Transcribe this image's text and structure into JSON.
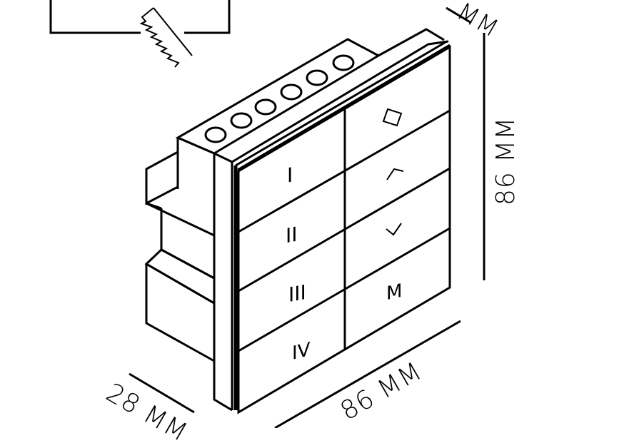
{
  "diagram": {
    "title": "Wall keypad panel – isometric dimension drawing",
    "colors": {
      "line": "#000000",
      "background": "#ffffff"
    },
    "dimensions": {
      "top_partial": "MM",
      "height": "86 MM",
      "width": "86 MM",
      "depth": "28 MM"
    },
    "terminals": {
      "count": 6,
      "icon": "screw-terminal-circle"
    },
    "buttons": {
      "left_column": [
        {
          "label": "I"
        },
        {
          "label": "II"
        },
        {
          "label": "III"
        },
        {
          "label": "IV"
        }
      ],
      "right_column": [
        {
          "label": "◇",
          "icon": "diamond-icon"
        },
        {
          "label": "^",
          "icon": "up-chevron-icon"
        },
        {
          "label": "v",
          "icon": "down-chevron-icon"
        },
        {
          "label": "M"
        }
      ]
    },
    "inset_icon": "wall-cutout-saw-icon"
  }
}
